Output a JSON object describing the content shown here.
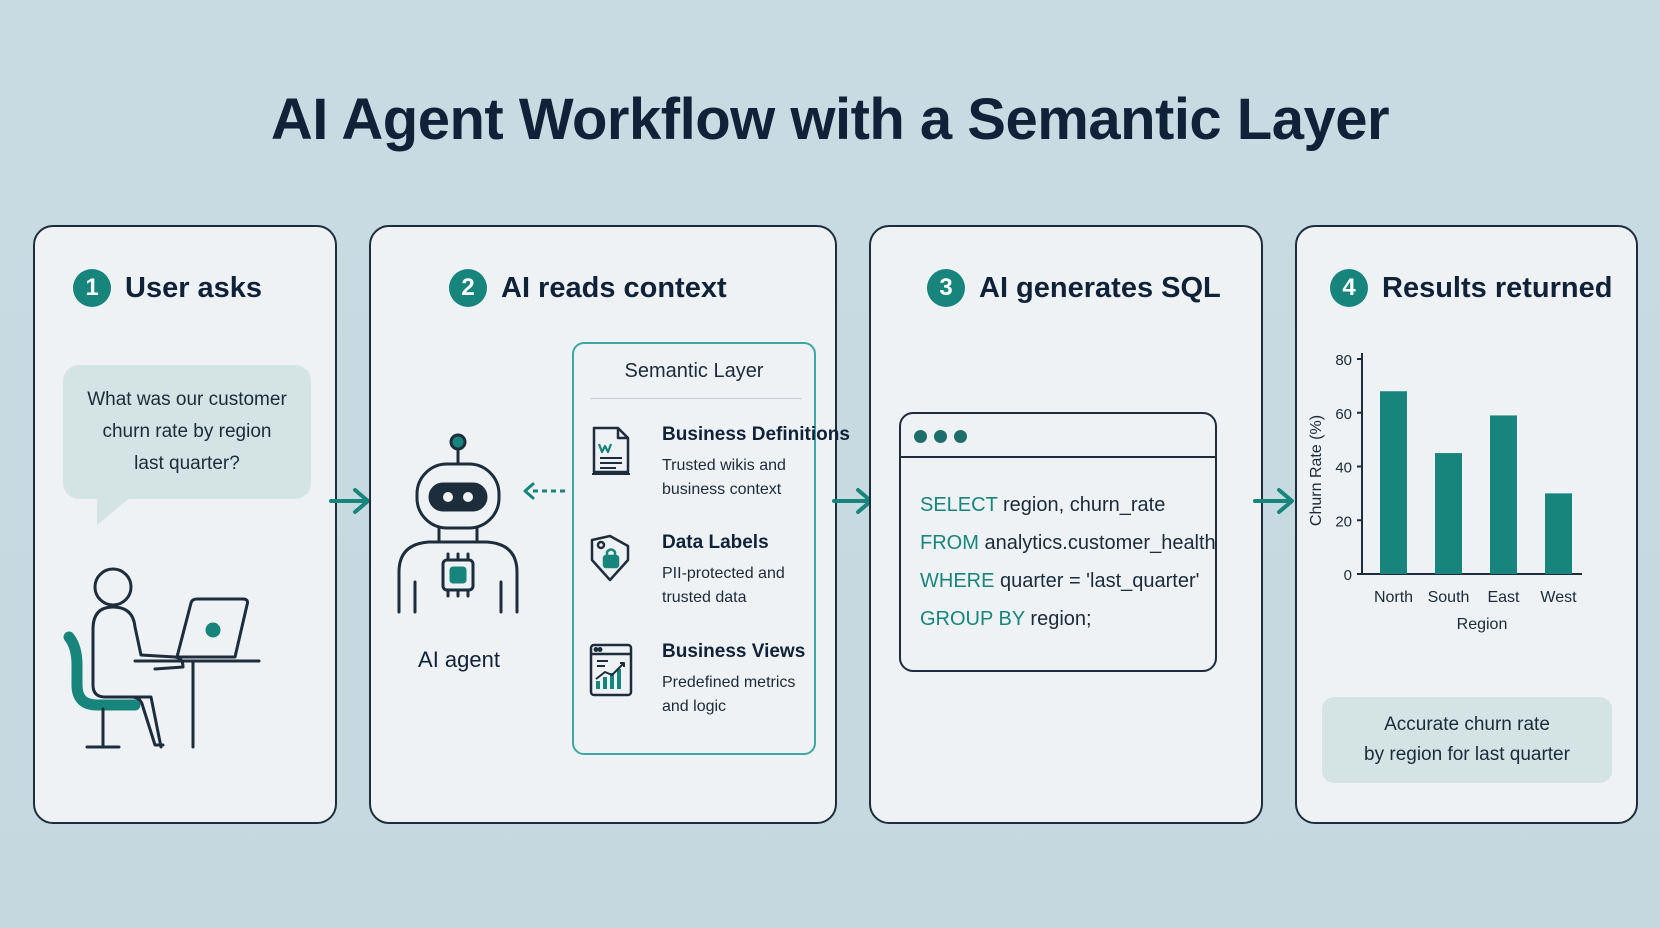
{
  "title": "AI Agent Workflow with a Semantic Layer",
  "colors": {
    "accent": "#17857b",
    "ink": "#0f2238",
    "background": "#c9dbe2",
    "panel": "#eef2f4",
    "bubble": "#d4e4e5"
  },
  "steps": [
    {
      "number": "1",
      "title": "User asks"
    },
    {
      "number": "2",
      "title": "AI reads context"
    },
    {
      "number": "3",
      "title": "AI generates SQL"
    },
    {
      "number": "4",
      "title": "Results returned"
    }
  ],
  "user": {
    "question_lines": [
      "What was our customer",
      "churn rate by region",
      "last quarter?"
    ],
    "icon": "person-at-laptop-icon"
  },
  "agent": {
    "label": "AI agent",
    "icon": "robot-icon"
  },
  "semantic_layer": {
    "title": "Semantic Layer",
    "items": [
      {
        "label": "Business Definitions",
        "desc_lines": [
          "Trusted wikis and",
          "business context"
        ],
        "icon": "document-icon"
      },
      {
        "label": "Data Labels",
        "desc_lines": [
          "PII-protected and",
          "trusted data"
        ],
        "icon": "lock-tag-icon"
      },
      {
        "label": "Business Views",
        "desc_lines": [
          "Predefined metrics",
          "and logic"
        ],
        "icon": "dashboard-chart-icon"
      }
    ]
  },
  "sql": {
    "lines": [
      {
        "keyword": "SELECT",
        "rest": "region, churn_rate"
      },
      {
        "keyword": "FROM",
        "rest": "analytics.customer_health"
      },
      {
        "keyword": "WHERE",
        "rest": "quarter = 'last_quarter'"
      },
      {
        "keyword": "GROUP BY",
        "rest": "region;"
      }
    ]
  },
  "result": {
    "lines": [
      "Accurate churn rate",
      "by region for last quarter"
    ]
  },
  "chart_data": {
    "type": "bar",
    "categories": [
      "North",
      "South",
      "East",
      "West"
    ],
    "values": [
      68,
      45,
      59,
      30
    ],
    "xlabel": "Region",
    "ylabel": "Churn Rate (%)",
    "ylim": [
      0,
      80
    ],
    "yticks": [
      0,
      20,
      40,
      60,
      80
    ],
    "color": "#17857b",
    "grid": false
  }
}
